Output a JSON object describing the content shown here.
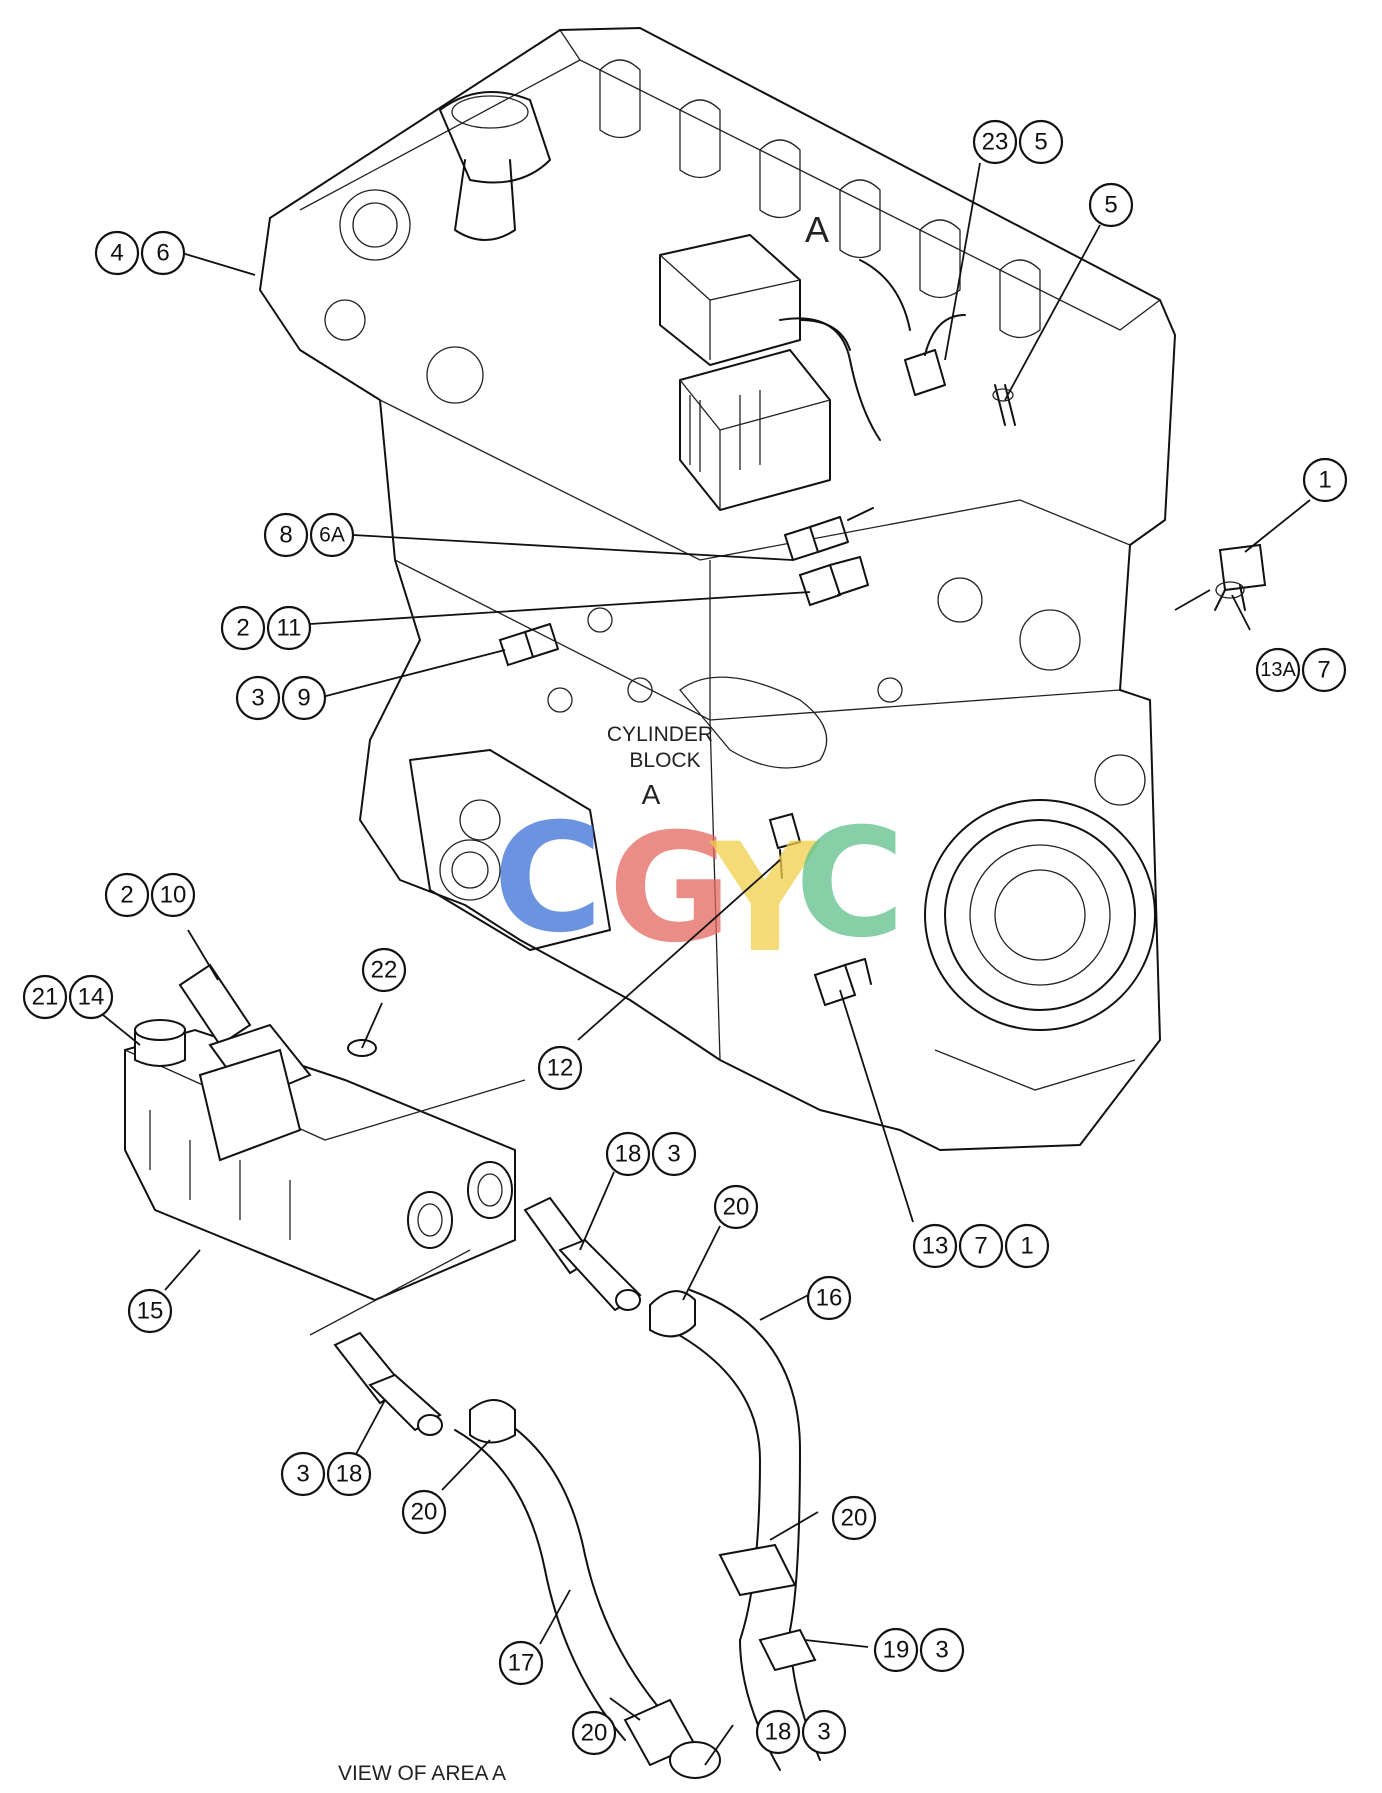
{
  "diagram": {
    "area_marker": "A",
    "block_label_line1": "CYLINDER",
    "block_label_line2": "BLOCK",
    "block_area_marker": "A",
    "caption": "VIEW OF AREA  A",
    "watermark": {
      "letters": [
        "C",
        "G",
        "Y",
        "C"
      ],
      "colors": [
        "#3b6fd6",
        "#e3675f",
        "#f2cf4a",
        "#5fbf8a"
      ]
    },
    "callouts": [
      [
        "4",
        "6"
      ],
      [
        "23",
        "5"
      ],
      [
        "5"
      ],
      [
        "1"
      ],
      [
        "8",
        "6A"
      ],
      [
        "2",
        "11"
      ],
      [
        "3",
        "9"
      ],
      [
        "13A",
        "7"
      ],
      [
        "2",
        "10"
      ],
      [
        "21",
        "14"
      ],
      [
        "22"
      ],
      [
        "12"
      ],
      [
        "18",
        "3"
      ],
      [
        "20"
      ],
      [
        "13",
        "7",
        "1"
      ],
      [
        "16"
      ],
      [
        "15"
      ],
      [
        "3",
        "18"
      ],
      [
        "20"
      ],
      [
        "20"
      ],
      [
        "19",
        "3"
      ],
      [
        "17"
      ],
      [
        "20"
      ],
      [
        "18",
        "3"
      ]
    ]
  }
}
